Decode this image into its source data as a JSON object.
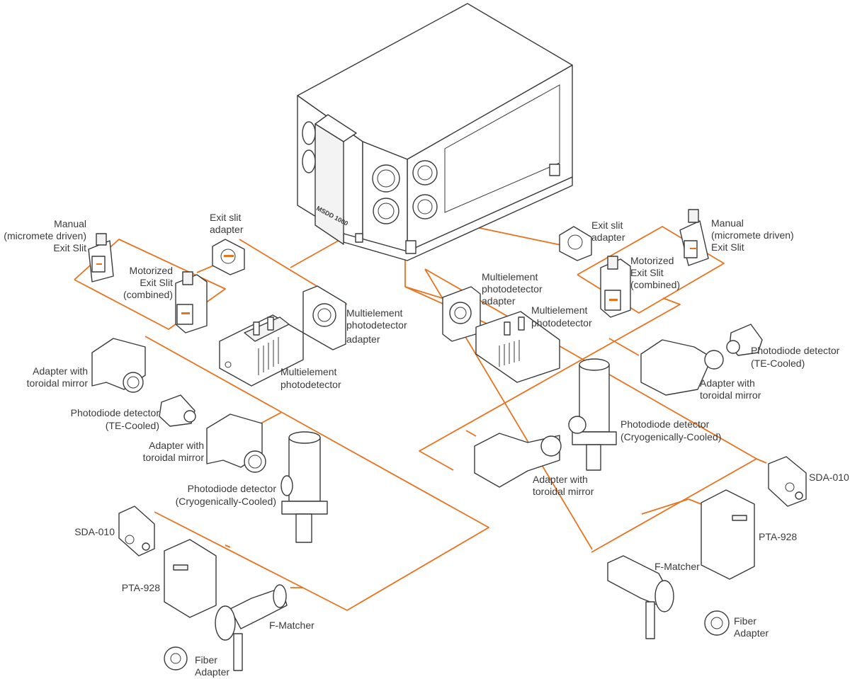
{
  "colors": {
    "connector": "#e8731f",
    "outline": "#3a3a3a",
    "background": "#ffffff"
  },
  "monochromator": {
    "model_marking": "MSDD 1000"
  },
  "left_group": {
    "manual_exit_slit": [
      "Manual",
      "(micromete driven)",
      "Exit Slit"
    ],
    "exit_slit_adapter": [
      "Exit slit",
      "adapter"
    ],
    "motorized_exit_slit": [
      "Motorized",
      "Exit Slit",
      "(combined)"
    ],
    "multielement_adapter": [
      "Multielement",
      "photodetector",
      "adapter"
    ],
    "multielement_detector": [
      "Multielement",
      "photodetector"
    ],
    "toroidal_adapter_1": [
      "Adapter with",
      "toroidal mirror"
    ],
    "te_detector": [
      "Photodiode detector",
      "(TE-Cooled)"
    ],
    "toroidal_adapter_2": [
      "Adapter with",
      "toroidal mirror"
    ],
    "cryo_detector": [
      "Photodiode detector",
      "(Cryogenically-Cooled)"
    ],
    "sda": "SDA-010",
    "pta": "PTA-928",
    "fmatcher": "F-Matcher",
    "fiber_adapter": [
      "Fiber",
      "Adapter"
    ]
  },
  "right_group": {
    "exit_slit_adapter": [
      "Exit slit",
      "adapter"
    ],
    "manual_exit_slit": [
      "Manual",
      "(micromete driven)",
      "Exit Slit"
    ],
    "motorized_exit_slit": [
      "Motorized",
      "Exit Slit",
      "(combined)"
    ],
    "multielement_adapter": [
      "Multielement",
      "photodetector",
      "adapter"
    ],
    "multielement_detector": [
      "Multielement",
      "photodetector"
    ],
    "te_detector": [
      "Photodiode detector",
      "(TE-Cooled)"
    ],
    "toroidal_adapter_1": [
      "Adapter with",
      "toroidal mirror"
    ],
    "cryo_detector": [
      "Photodiode detector",
      "(Cryogenically-Cooled)"
    ],
    "toroidal_adapter_2": [
      "Adapter with",
      "toroidal mirror"
    ],
    "sda": "SDA-010",
    "pta": "PTA-928",
    "fmatcher": "F-Matcher",
    "fiber_adapter": [
      "Fiber",
      "Adapter"
    ]
  }
}
